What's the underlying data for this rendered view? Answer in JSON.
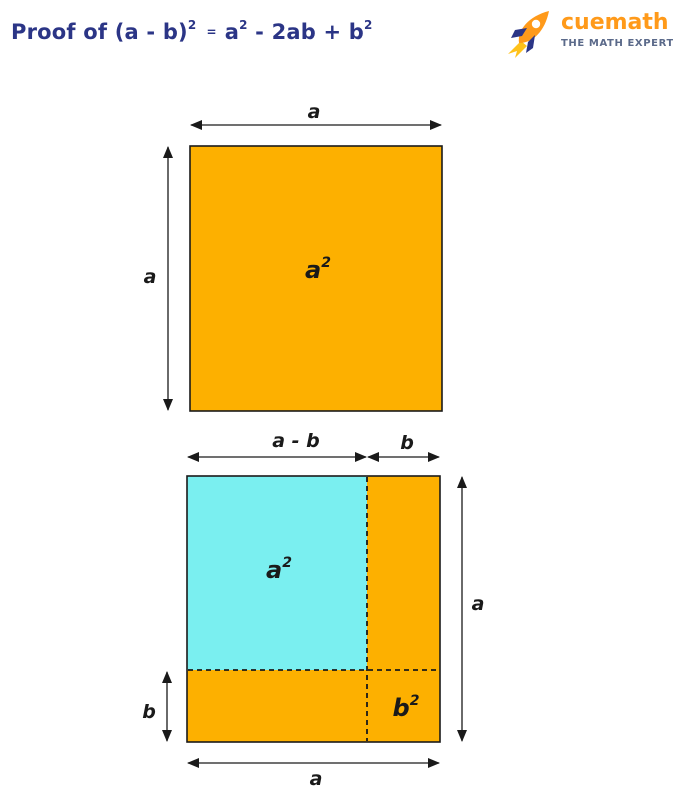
{
  "title": {
    "part1": "Proof of (a - b)",
    "exp1": "2",
    "equals": "=",
    "part2": "a",
    "exp2": "2",
    "part3": " - 2ab + b",
    "exp3": "2"
  },
  "logo": {
    "name": "cuemath",
    "tagline": "THE MATH EXPERT",
    "icon": "rocket-icon"
  },
  "colors": {
    "orange": "#FDB000",
    "cyan": "#7AEFF0",
    "title": "#2B3586",
    "brand": "#FF9A1A",
    "stroke": "#1a1a1a"
  },
  "top_square": {
    "width_label": "a",
    "height_label": "a",
    "area_label": "a",
    "area_exp": "2"
  },
  "bottom_square": {
    "top_left_label": "a - b",
    "top_right_label": "b",
    "right_label": "a",
    "left_bottom_label": "b",
    "bottom_label": "a",
    "region_big_label": "a",
    "region_big_exp": "2",
    "region_small_label": "b",
    "region_small_exp": "2"
  }
}
